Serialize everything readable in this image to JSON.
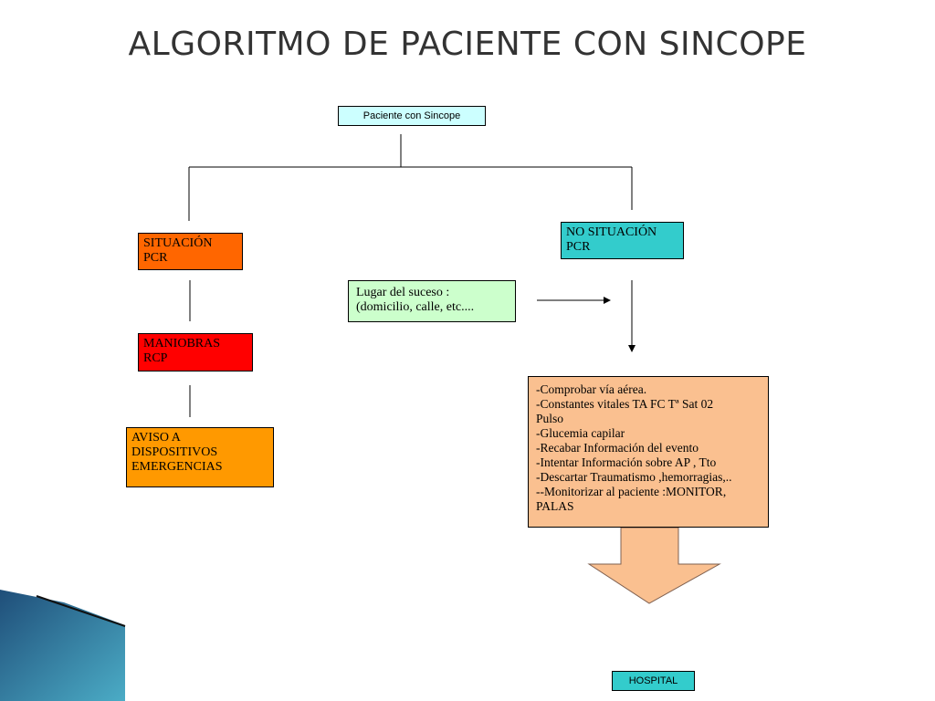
{
  "title": "ALGORITMO DE PACIENTE CON SINCOPE",
  "nodes": {
    "start": {
      "text": "Paciente con Sincope",
      "color": "#ccffff"
    },
    "situacion_pcr": {
      "text": "SITUACIÓN\nPCR",
      "color": "#ff6600"
    },
    "no_situacion_pcr": {
      "text": "NO SITUACIÓN\nPCR",
      "color": "#33cccc"
    },
    "maniobras_rcp": {
      "text": "MANIOBRAS\nRCP",
      "color": "#ff0000"
    },
    "aviso": {
      "text": "AVISO A\nDISPOSITIVOS\nEMERGENCIAS",
      "color": "#ff9900"
    },
    "lugar": {
      "text": "Lugar del suceso :\n(domicilio, calle, etc....",
      "color": "#ccffcc"
    },
    "acciones": {
      "text": "-Comprobar vía aérea.\n-Constantes vitales TA FC Tª Sat 02\nPulso\n-Glucemia capilar\n-Recabar Información del evento\n-Intentar Información sobre AP , Tto\n-Descartar Traumatismo ,hemorragias,..\n--Monitorizar al paciente :MONITOR,\nPALAS",
      "color": "#fac090"
    },
    "hospital": {
      "text": "HOSPITAL",
      "color": "#33cccc"
    }
  },
  "colors": {
    "big_arrow": "#fac090",
    "title": "#333333",
    "corner_dark": "#1f4e79",
    "corner_light": "#4bacc6"
  }
}
